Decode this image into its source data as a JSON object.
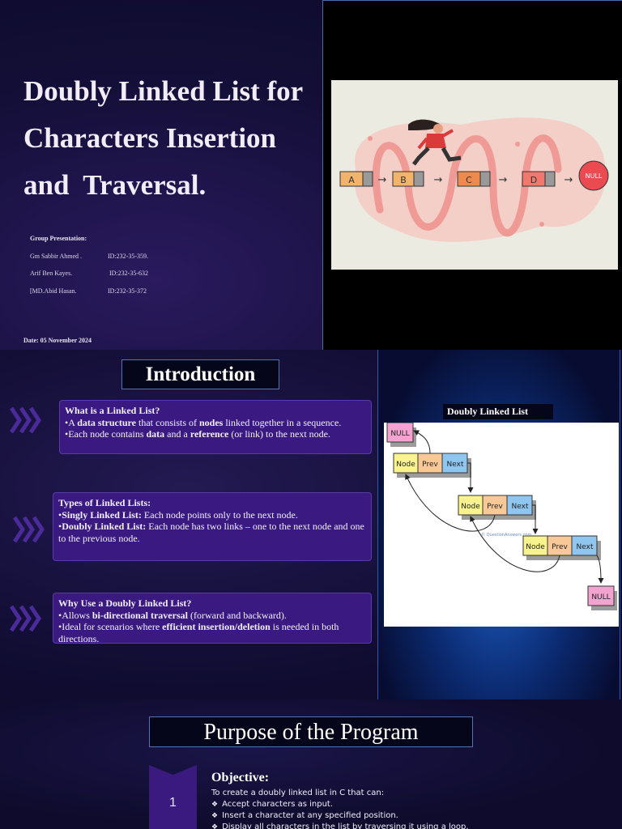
{
  "slide1": {
    "title_lines": [
      "Doubly Linked List for",
      "Characters Insertion",
      "and  Traversal."
    ],
    "group_label": "Group Presentation:",
    "members": [
      {
        "name": "Gm Sabbir Ahmed .",
        "id": "ID:232-35-359."
      },
      {
        "name": "Arif Ben Kayes.",
        "id": "ID:232-35-632"
      },
      {
        "name": "[MD.Abid Hasan.",
        "id": "ID:232-35-372"
      }
    ],
    "date": "Date: 05 November 2024",
    "illustration": {
      "nodes": [
        "A",
        "B",
        "C",
        "D"
      ],
      "null_label": "NULL",
      "colors": {
        "node": "#f2b36a",
        "node_c": "#ef8a4f",
        "node_d": "#f0796e",
        "null_circle": "#e94b50",
        "blob": "#f3cfc8",
        "ribbon": "#ef9a94"
      }
    }
  },
  "slide2": {
    "title": "Introduction",
    "cards": [
      {
        "heading": "What is a Linked List?",
        "lines": [
          [
            {
              "t": "•A "
            },
            {
              "t": "data structure",
              "b": true
            },
            {
              "t": " that consists of "
            },
            {
              "t": "nodes",
              "b": true
            },
            {
              "t": " linked together in a sequence."
            }
          ],
          [
            {
              "t": "•Each node contains "
            },
            {
              "t": "data",
              "b": true
            },
            {
              "t": " and a "
            },
            {
              "t": "reference",
              "b": true
            },
            {
              "t": " (or link) to the next node."
            }
          ]
        ]
      },
      {
        "heading": "Types of Linked Lists:",
        "lines": [
          [
            {
              "t": "•"
            },
            {
              "t": "Singly Linked List:",
              "b": true
            },
            {
              "t": " Each node points only to the next node."
            }
          ],
          [
            {
              "t": "•"
            },
            {
              "t": "Doubly Linked List:",
              "b": true
            },
            {
              "t": " Each node has two links – one to the next node and one to the previous node."
            }
          ]
        ]
      },
      {
        "heading": "Why Use a Doubly Linked List?",
        "lines": [
          [
            {
              "t": "•Allows "
            },
            {
              "t": "bi-directional traversal",
              "b": true
            },
            {
              "t": " (forward and backward)."
            }
          ],
          [
            {
              "t": "•Ideal for scenarios where "
            },
            {
              "t": "efficient insertion/deletion",
              "b": true
            },
            {
              "t": " is needed in both directions."
            }
          ]
        ]
      }
    ],
    "diagram": {
      "label": "Doubly Linked List",
      "null_label": "NULL",
      "cell_labels": [
        "Node",
        "Prev",
        "Next"
      ],
      "watermark": "© QuestionAnswers.com",
      "colors": {
        "null": "#f3a3cf",
        "node": "#f9f38e",
        "prev": "#f8c896",
        "next": "#8fc6f0"
      }
    }
  },
  "slide3": {
    "title": "Purpose of the Program",
    "step_number": "1",
    "objective_heading": "Objective:",
    "objective_intro": "To create a doubly linked list in C that can:",
    "objective_bullets": [
      "Accept characters as input.",
      "Insert a character at any specified position.",
      "Display all characters in the list by traversing it using a loop."
    ]
  }
}
